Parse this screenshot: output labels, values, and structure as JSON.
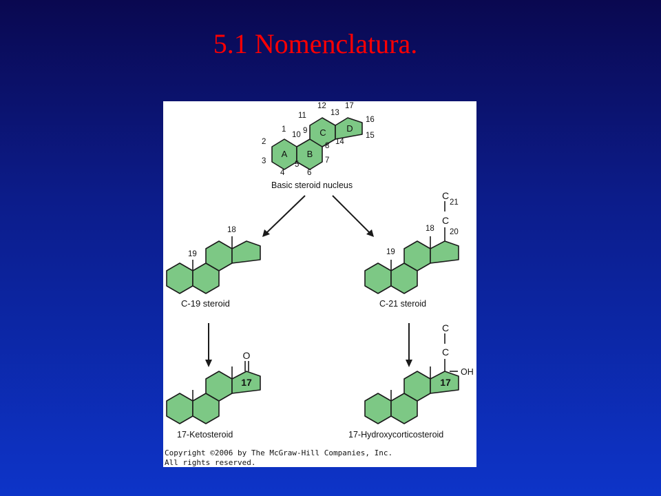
{
  "slide": {
    "title": "5.1 Nomenclatura."
  },
  "figure": {
    "nucleus": {
      "caption": "Basic steroid nucleus",
      "ring_labels": [
        "A",
        "B",
        "C",
        "D"
      ],
      "atom_numbers": [
        "1",
        "2",
        "3",
        "4",
        "5",
        "6",
        "7",
        "8",
        "9",
        "10",
        "11",
        "12",
        "13",
        "14",
        "15",
        "16",
        "17"
      ]
    },
    "c19": {
      "caption": "C-19 steroid",
      "methyl_labels": [
        "18",
        "19"
      ]
    },
    "c21": {
      "caption": "C-21 steroid",
      "methyl_labels": [
        "18",
        "19"
      ],
      "chain": [
        "C",
        "21",
        "C",
        "20"
      ]
    },
    "keto": {
      "caption": "17-Ketosteroid",
      "oxygen": "O",
      "position": "17"
    },
    "hydroxy": {
      "caption": "17-Hydroxycorticosteroid",
      "chain": [
        "C",
        "C"
      ],
      "position": "17",
      "hydroxyl": "OH"
    },
    "copyright": [
      "Copyright ©2006 by The McGraw-Hill Companies, Inc.",
      "All rights reserved."
    ]
  }
}
